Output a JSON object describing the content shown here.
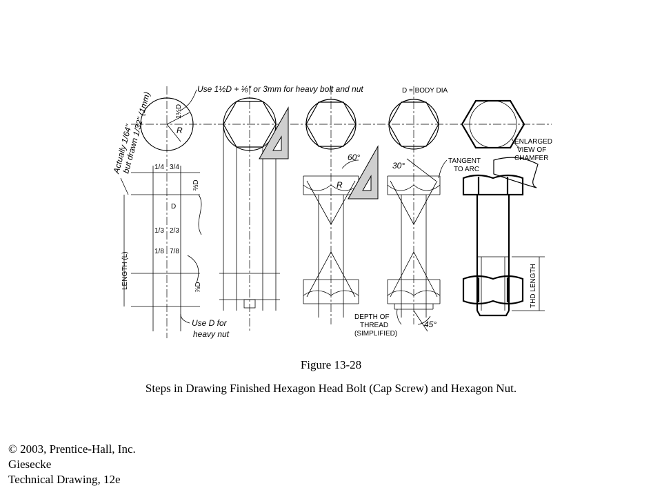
{
  "figure": {
    "title": "Figure 13-28",
    "caption": "Steps in Drawing Finished Hexagon Head Bolt (Cap Screw) and Hexagon Nut."
  },
  "credits": {
    "copyright": "© 2003, Prentice-Hall, Inc.",
    "author": "Giesecke",
    "book": "Technical Drawing, 12e"
  },
  "annotations": {
    "heavy_bolt_note": "Use 1½D + ⅛\" or 3mm for heavy bolt and nut",
    "body_dia": "D = BODY DIA",
    "actually_note": "Actually 1/64\"",
    "drawn_note": "but drawn 1/32\" (1mm)",
    "length": "LENGTH (L)",
    "d_label": "D",
    "r_label": "R",
    "half_d": "1½D",
    "two_thirds_d": "⅔D",
    "seven_eighths_d": "⅞D",
    "frac_quarter": "1/4",
    "frac_three_quarter": "3/4",
    "frac_third": "1/3",
    "frac_two_third": "2/3",
    "frac_eighth": "1/8",
    "frac_seven_eighth": "7/8",
    "use_d_line1": "Use D for",
    "use_d_line2": "heavy nut",
    "angle_60": "60°",
    "angle_30": "30°",
    "angle_45": "45°",
    "tangent_line1": "TANGENT",
    "tangent_line2": "TO ARC",
    "enlarged_line1": "ENLARGED",
    "enlarged_line2": "VIEW OF",
    "enlarged_line3": "CHAMFER",
    "depth_line1": "DEPTH OF",
    "depth_line2": "THREAD",
    "depth_line3": "(SIMPLIFIED)",
    "thd_length": "THD LENGTH"
  }
}
